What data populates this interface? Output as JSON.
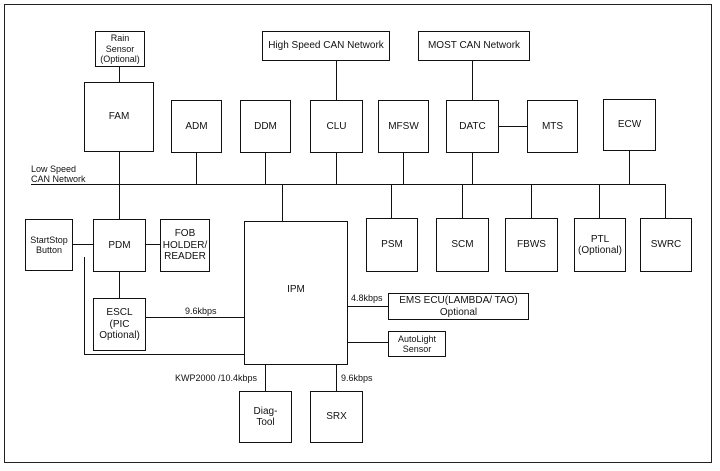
{
  "diagram": {
    "boxes": {
      "rain_sensor": "Rain\nSensor\n(Optional)",
      "fam": "FAM",
      "high_speed_can": "High Speed CAN Network",
      "most_can": "MOST CAN Network",
      "adm": "ADM",
      "ddm": "DDM",
      "clu": "CLU",
      "mfsw": "MFSW",
      "datc": "DATC",
      "mts": "MTS",
      "ecw": "ECW",
      "startstop": "StartStop\nButton",
      "pdm": "PDM",
      "fob": "FOB\nHOLDER/\nREADER",
      "ipm": "IPM",
      "psm": "PSM",
      "scm": "SCM",
      "fbws": "FBWS",
      "ptl": "PTL\n(Optional)",
      "swrc": "SWRC",
      "escl": "ESCL\n(PIC\nOptional)",
      "ems_ecu": "EMS ECU(LAMBDA/ TAO)\nOptional",
      "autolight": "AutoLight\nSensor",
      "diag_tool": "Diag-\nTool",
      "srx": "SRX"
    },
    "labels": {
      "low_speed_can": "Low Speed\nCAN Network",
      "rate_escl": "9.6kbps",
      "rate_ems": "4.8kbps",
      "rate_diag": "KWP2000 /10.4kbps",
      "rate_srx": "9.6kbps"
    }
  }
}
